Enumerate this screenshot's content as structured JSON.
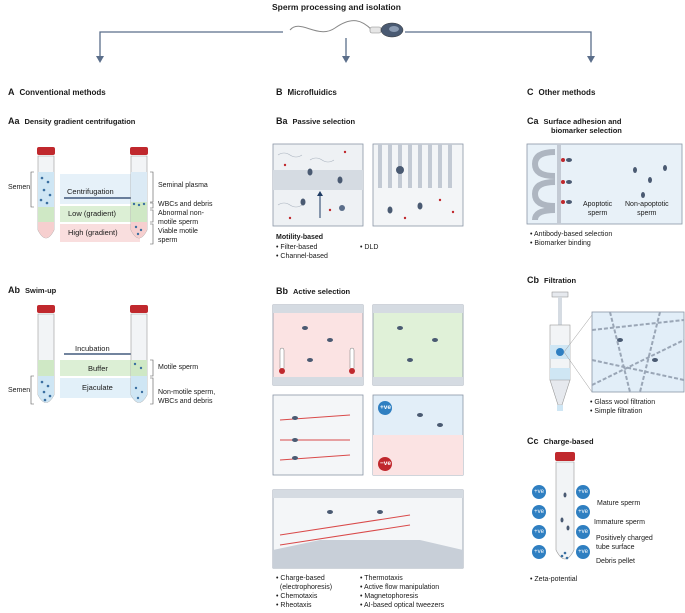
{
  "title": "Sperm processing and isolation",
  "sections": {
    "A": {
      "letter": "A",
      "title": "Conventional methods"
    },
    "B": {
      "letter": "B",
      "title": "Microfluidics"
    },
    "C": {
      "letter": "C",
      "title": "Other methods"
    }
  },
  "Aa": {
    "letter": "Aa",
    "title": "Density gradient centrifugation",
    "semen": "Semen",
    "arrow": "Centrifugation",
    "low": "Low (gradient)",
    "high": "High (gradient)",
    "labels": [
      "Seminal plasma",
      "WBCs and debris",
      "Abnormal non-",
      "motile sperm",
      "Viable motile",
      "sperm"
    ]
  },
  "Ab": {
    "letter": "Ab",
    "title": "Swim-up",
    "arrow": "Incubation",
    "buffer": "Buffer",
    "ejaculate": "Ejaculate",
    "semen": "Semen",
    "labels": [
      "Motile sperm",
      "Non-motile sperm,",
      "WBCs and debris"
    ]
  },
  "Ba": {
    "letter": "Ba",
    "title": "Passive selection",
    "motility_title": "Motility-based",
    "bullets_left": [
      "Filter-based",
      "Channel-based"
    ],
    "bullets_right": [
      "DLD"
    ]
  },
  "Bb": {
    "letter": "Bb",
    "title": "Active selection",
    "pos_charge": "+ve",
    "neg_charge": "−ve",
    "bullets_left": [
      "Charge-based",
      "(electrophoresis)",
      "Chemotaxis",
      "Rheotaxis"
    ],
    "bullets_right": [
      "Thermotaxis",
      "Active flow manipulation",
      "Magnetophoresis",
      "AI-based optical tweezers"
    ]
  },
  "Ca": {
    "letter": "Ca",
    "title_line1": "Surface adhesion and",
    "title_line2": "biomarker selection",
    "apoptotic": [
      "Apoptotic",
      "sperm"
    ],
    "non_apoptotic": [
      "Non-apoptotic",
      "sperm"
    ],
    "bullets": [
      "Antibody-based selection",
      "Biomarker binding"
    ]
  },
  "Cb": {
    "letter": "Cb",
    "title": "Filtration",
    "bullets": [
      "Glass wool filtration",
      "Simple filtration"
    ]
  },
  "Cc": {
    "letter": "Cc",
    "title": "Charge-based",
    "charge": "+ve",
    "labels": [
      "Mature sperm",
      "Immature sperm",
      "Positively charged",
      "tube surface",
      "Debris pellet"
    ],
    "bullets": [
      "Zeta-potential"
    ]
  },
  "colors": {
    "red_cap": "#c0282d",
    "blue_fluid": "#cfe6f4",
    "green_layer": "#cfe8c5",
    "pink_layer": "#f6cfcf",
    "sperm_head": "#4a5a72",
    "bead": "#2f7fc1"
  }
}
